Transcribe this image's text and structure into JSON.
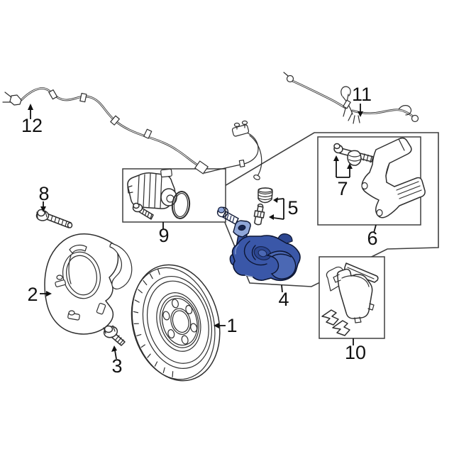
{
  "figure": {
    "background": "#ffffff",
    "part_line_color": "#2e2e2e",
    "box_line_color": "#3f3f3f",
    "label_color": "#111111",
    "caliper": {
      "base": "#3a57a8",
      "mid": "#4b68b4",
      "dark": "#2c4690",
      "darker": "#16244f",
      "light": "#8fa6d8",
      "outline": "#0d1633",
      "bolt": "#5c77bb"
    }
  },
  "callouts": {
    "c1": "1",
    "c2": "2",
    "c3": "3",
    "c4": "4",
    "c5": "5",
    "c6": "6",
    "c7": "7",
    "c8": "8",
    "c9": "9",
    "c10": "10",
    "c11": "11",
    "c12": "12"
  }
}
